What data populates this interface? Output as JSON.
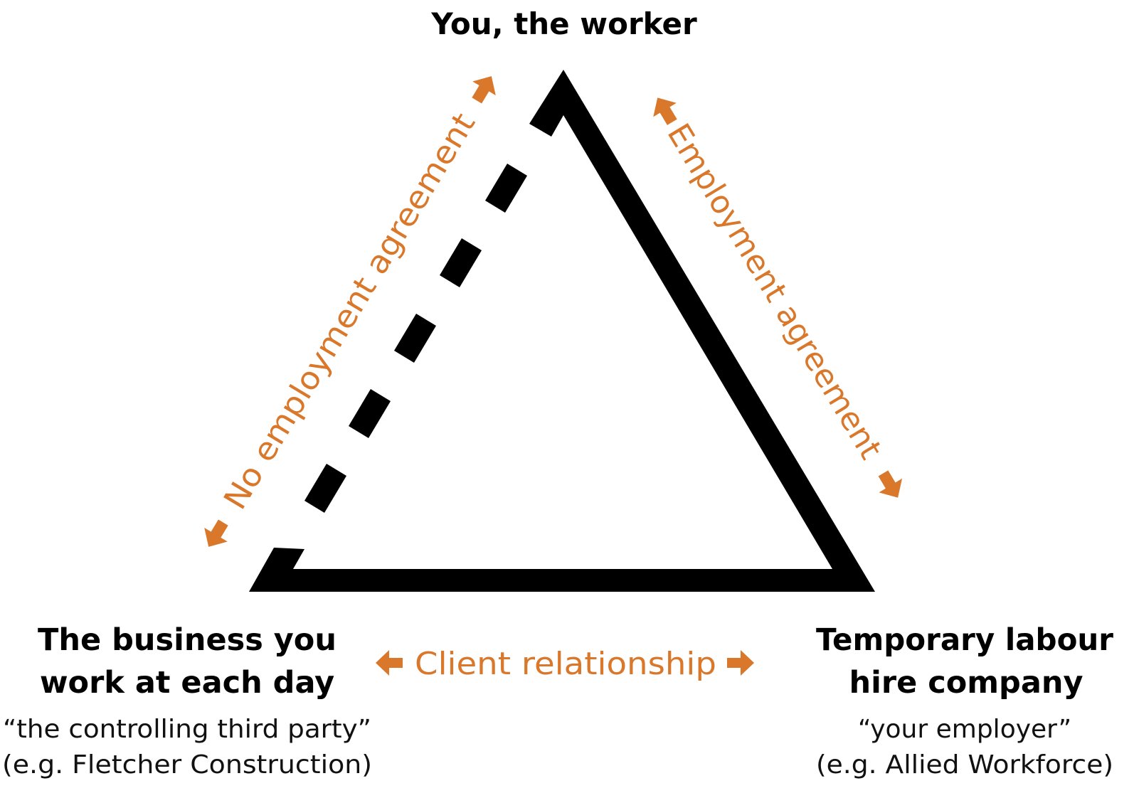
{
  "diagram": {
    "accent_color": "#D9772A",
    "line_color": "#000000",
    "nodes": {
      "top": {
        "title": "You, the worker"
      },
      "bottom_left": {
        "title_line1": "The business you",
        "title_line2": "work at each day",
        "sub_line1": "“the controlling third party”",
        "sub_line2": "(e.g. Fletcher Construction)"
      },
      "bottom_right": {
        "title_line1": "Temporary labour",
        "title_line2": "hire company",
        "sub_line1": "“your employer”",
        "sub_line2": "(e.g. Allied Workforce)"
      }
    },
    "relationships": {
      "left": {
        "label": "No employment agreement",
        "style": "dashed",
        "icon": "double-arrow"
      },
      "right": {
        "label": "Employment agreement",
        "style": "solid",
        "icon": "double-arrow"
      },
      "bottom": {
        "label": "Client relationship",
        "style": "solid",
        "icon": "double-arrow"
      }
    }
  }
}
